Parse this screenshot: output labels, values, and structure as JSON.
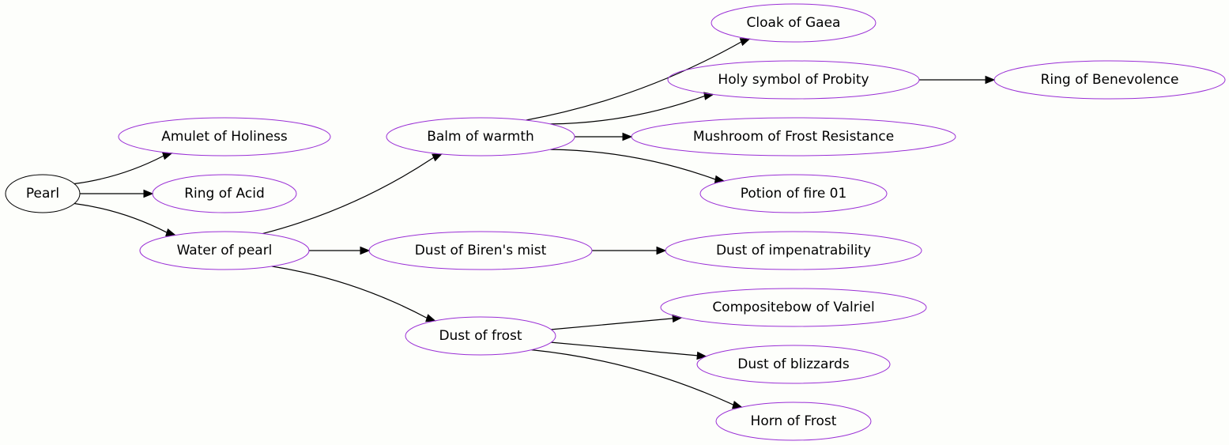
{
  "colors": {
    "background": "#fdfefb",
    "root_stroke": "#000000",
    "node_stroke": "#9a2fd6",
    "edge": "#000000"
  },
  "nodes": {
    "pearl": {
      "label": "Pearl",
      "kind": "root"
    },
    "amulet_of_holiness": {
      "label": "Amulet of Holiness",
      "kind": "item"
    },
    "ring_of_acid": {
      "label": "Ring of Acid",
      "kind": "item"
    },
    "water_of_pearl": {
      "label": "Water of pearl",
      "kind": "item"
    },
    "balm_of_warmth": {
      "label": "Balm of warmth",
      "kind": "item"
    },
    "dust_of_birens_mist": {
      "label": "Dust of Biren's mist",
      "kind": "item"
    },
    "dust_of_frost": {
      "label": "Dust of frost",
      "kind": "item"
    },
    "cloak_of_gaea": {
      "label": "Cloak of Gaea",
      "kind": "item"
    },
    "holy_symbol_of_probity": {
      "label": "Holy symbol of Probity",
      "kind": "item"
    },
    "mushroom_of_frost_resistance": {
      "label": "Mushroom of Frost Resistance",
      "kind": "item"
    },
    "potion_of_fire_01": {
      "label": "Potion of fire 01",
      "kind": "item"
    },
    "dust_of_impenatrability": {
      "label": "Dust of impenatrability",
      "kind": "item"
    },
    "compositebow_of_valriel": {
      "label": "Compositebow of Valriel",
      "kind": "item"
    },
    "dust_of_blizzards": {
      "label": "Dust of blizzards",
      "kind": "item"
    },
    "horn_of_frost": {
      "label": "Horn of Frost",
      "kind": "item"
    },
    "ring_of_benevolence": {
      "label": "Ring of Benevolence",
      "kind": "item"
    }
  },
  "edges": [
    {
      "from": "pearl",
      "to": "amulet_of_holiness"
    },
    {
      "from": "pearl",
      "to": "ring_of_acid"
    },
    {
      "from": "pearl",
      "to": "water_of_pearl"
    },
    {
      "from": "water_of_pearl",
      "to": "balm_of_warmth"
    },
    {
      "from": "water_of_pearl",
      "to": "dust_of_birens_mist"
    },
    {
      "from": "water_of_pearl",
      "to": "dust_of_frost"
    },
    {
      "from": "balm_of_warmth",
      "to": "cloak_of_gaea"
    },
    {
      "from": "balm_of_warmth",
      "to": "holy_symbol_of_probity"
    },
    {
      "from": "balm_of_warmth",
      "to": "mushroom_of_frost_resistance"
    },
    {
      "from": "balm_of_warmth",
      "to": "potion_of_fire_01"
    },
    {
      "from": "dust_of_birens_mist",
      "to": "dust_of_impenatrability"
    },
    {
      "from": "dust_of_frost",
      "to": "compositebow_of_valriel"
    },
    {
      "from": "dust_of_frost",
      "to": "dust_of_blizzards"
    },
    {
      "from": "dust_of_frost",
      "to": "horn_of_frost"
    },
    {
      "from": "holy_symbol_of_probity",
      "to": "ring_of_benevolence"
    }
  ]
}
